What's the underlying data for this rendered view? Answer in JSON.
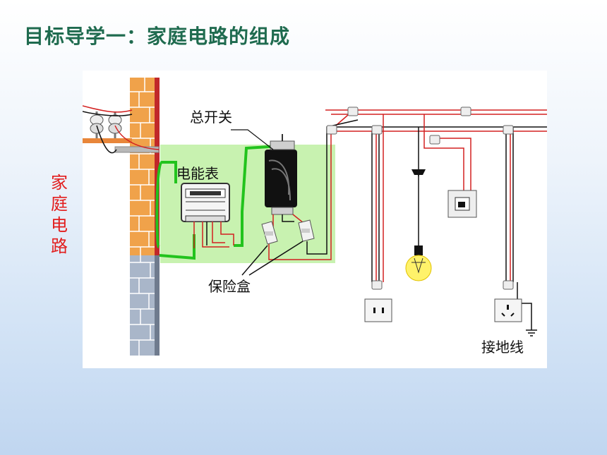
{
  "title": "目标导学一：家庭电路的组成",
  "side_label": "家庭电路",
  "labels": {
    "main_switch": "总开关",
    "meter": "电能表",
    "fuse_box": "保险盒",
    "ground_wire": "接地线"
  },
  "colors": {
    "title": "#1f6b4f",
    "side_label": "#e21d1d",
    "highlight": "#c8f2b0",
    "wire_live": "#d32020",
    "wire_neutral": "#111111",
    "wire_ground": "#22c31d"
  }
}
